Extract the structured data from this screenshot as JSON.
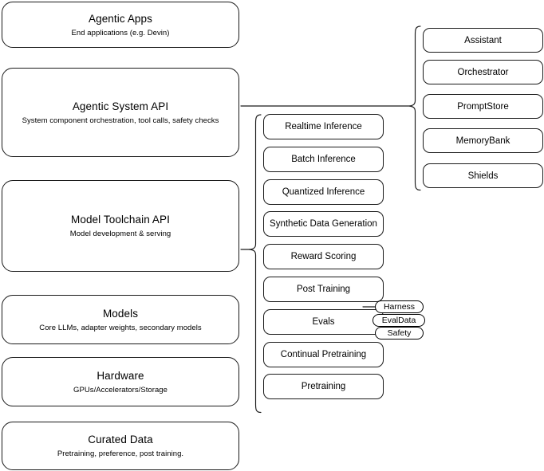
{
  "diagram": {
    "title": "Agentic AI stack architecture",
    "background_color": "#ffffff",
    "stroke_color": "#1a1a1a",
    "text_color": "#000000"
  },
  "left_stack": [
    {
      "title": "Agentic Apps",
      "subtitle": "End applications (e.g. Devin)"
    },
    {
      "title": "Agentic System API",
      "subtitle": "System component orchestration, tool calls, safety checks"
    },
    {
      "title": "Model Toolchain API",
      "subtitle": "Model development & serving"
    },
    {
      "title": "Models",
      "subtitle": "Core LLMs, adapter weights, secondary models"
    },
    {
      "title": "Hardware",
      "subtitle": "GPUs/Accelerators/Storage"
    },
    {
      "title": "Curated Data",
      "subtitle": "Pretraining, preference, post training."
    }
  ],
  "middle_column": [
    {
      "label": "Realtime Inference"
    },
    {
      "label": "Batch Inference"
    },
    {
      "label": "Quantized Inference"
    },
    {
      "label": "Synthetic Data Generation"
    },
    {
      "label": "Reward Scoring"
    },
    {
      "label": "Post Training"
    },
    {
      "label": "Evals"
    },
    {
      "label": "Continual Pretraining"
    },
    {
      "label": "Pretraining"
    }
  ],
  "right_column": [
    {
      "label": "Assistant"
    },
    {
      "label": "Orchestrator"
    },
    {
      "label": "PromptStore"
    },
    {
      "label": "MemoryBank"
    },
    {
      "label": "Shields"
    }
  ],
  "eval_chips": [
    {
      "label": "Harness"
    },
    {
      "label": "EvalData"
    },
    {
      "label": "Safety"
    }
  ]
}
